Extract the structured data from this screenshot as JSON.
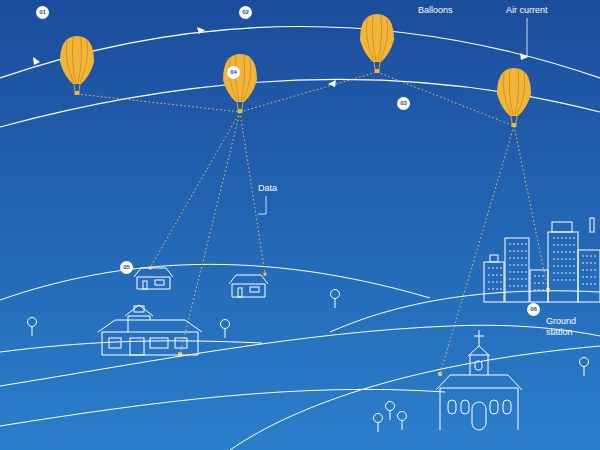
{
  "diagram": {
    "labels": [
      "01",
      "02",
      "Balloons",
      "Air current",
      "04",
      "03",
      "Data",
      "05",
      "06",
      "Ground station"
    ]
  }
}
